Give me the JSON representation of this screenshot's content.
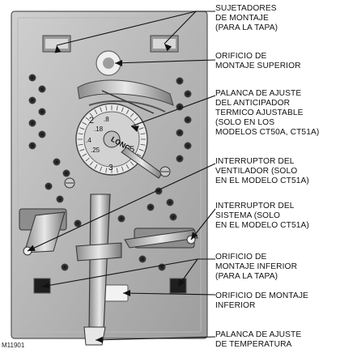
{
  "figure_id": "M11901",
  "dial_numbers": [
    "2",
    ".18",
    ".8",
    ".25",
    ".4",
    "3",
    "5"
  ],
  "dial_word": "LONG",
  "callouts": [
    {
      "lines": [
        "SUJETADORES",
        "DE MONTAJE",
        "(PARA LA TAPA)"
      ]
    },
    {
      "lines": [
        "ORIFICIO DE",
        "MONTAJE SUPERIOR"
      ]
    },
    {
      "lines": [
        "PALANCA DE AJUSTE",
        "DEL ANTICIPADOR",
        "TERMICO AJUSTABLE",
        "(SOLO EN LOS",
        "MODELOS CT50A, CT51A)"
      ]
    },
    {
      "lines": [
        "INTERRUPTOR DEL",
        "VENTILADOR (SOLO",
        "EN EL MODELO CT51A)"
      ]
    },
    {
      "lines": [
        "INTERRUPTOR DEL",
        "SISTEMA (SOLO",
        "EN EL MODELO CT51A)"
      ]
    },
    {
      "lines": [
        "ORIFICIO DE",
        "MONTAJE INFERIOR",
        "(PARA LA TAPA)"
      ]
    },
    {
      "lines": [
        "ORIFICIO DE MONTAJE",
        "INFERIOR"
      ]
    },
    {
      "lines": [
        "PALANCA DE AJUSTE",
        "DE TEMPERATURA"
      ]
    }
  ]
}
